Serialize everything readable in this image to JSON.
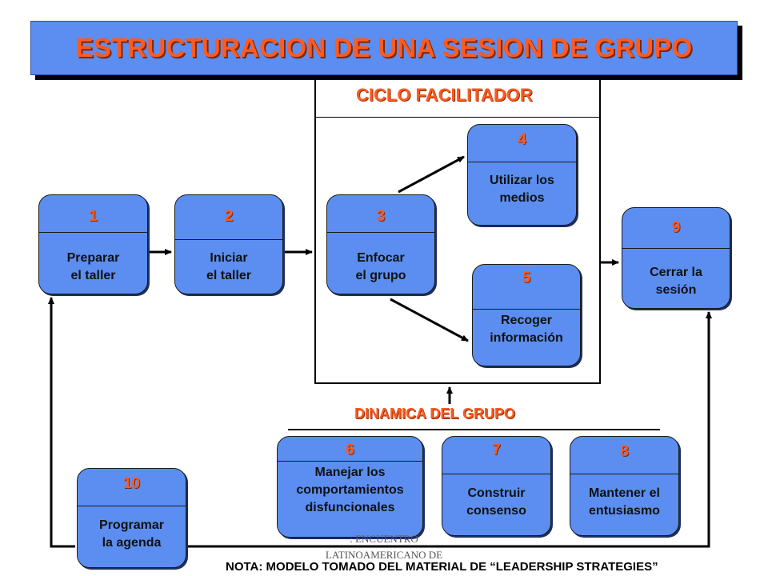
{
  "title": "ESTRUCTURACION DE UNA SESION DE GRUPO",
  "cycle_label": "CICLO FACILITADOR",
  "dynamics_label": "DINAMICA DEL GRUPO",
  "nodes": [
    {
      "num": "1",
      "text": "Preparar\nel taller"
    },
    {
      "num": "2",
      "text": "Iniciar\nel taller"
    },
    {
      "num": "3",
      "text": "Enfocar\nel grupo"
    },
    {
      "num": "4",
      "text": "Utilizar los\nmedios"
    },
    {
      "num": "5",
      "text": "Recoger\ninformación"
    },
    {
      "num": "6",
      "text": "Manejar los\ncomportamientos\ndisfuncionales"
    },
    {
      "num": "7",
      "text": "Construir\nconsenso"
    },
    {
      "num": "8",
      "text": "Mantener el\nentusiasmo"
    },
    {
      "num": "9",
      "text": "Cerrar la\nsesión"
    },
    {
      "num": "10",
      "text": "Programar\nla agenda"
    }
  ],
  "footer_fragment": ": ENCUENTRO\nLATINOAMERICANO DE",
  "note": "NOTA: MODELO TOMADO DEL MATERIAL DE “LEADERSHIP STRATEGIES”",
  "colors": {
    "title_bar": "#5b8ef0",
    "title_text": "#ff5a1f",
    "node_fill": "#5b8ef0",
    "number_text": "#ff5a1f"
  }
}
